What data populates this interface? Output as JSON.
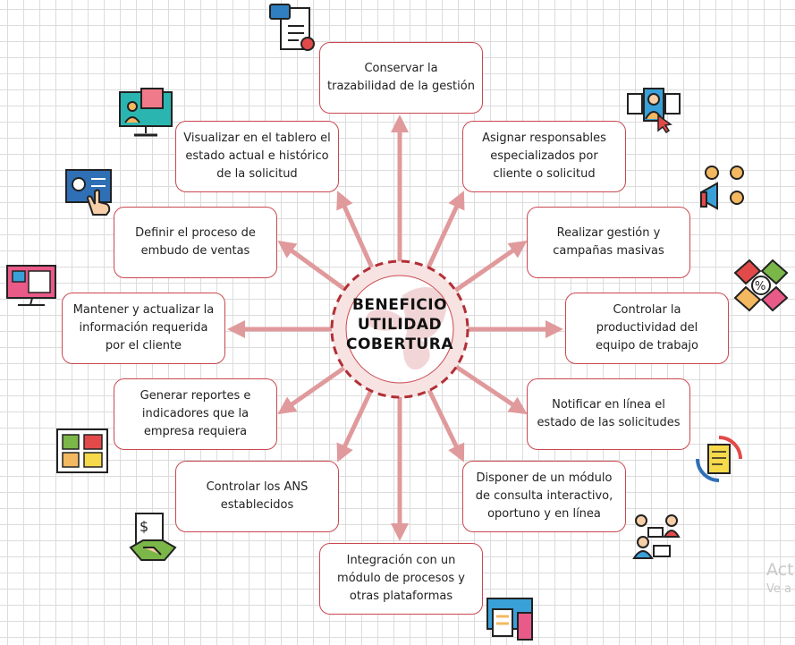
{
  "center": {
    "title": "BENEFICIO\nUTILIDAD\nCOBERTURA"
  },
  "benefits": [
    {
      "label": "Conservar la\ntrazabilidad de la gestión",
      "icon": "checklist-icon"
    },
    {
      "label": "Asignar responsables\nespecializados por\ncliente o solicitud",
      "icon": "user-assign-icon"
    },
    {
      "label": "Realizar gestión y\ncampañas masivas",
      "icon": "megaphone-icon"
    },
    {
      "label": "Controlar la\nproductividad del\nequipo de trabajo",
      "icon": "percent-team-icon"
    },
    {
      "label": "Notificar en línea el\nestado de las solicitudes",
      "icon": "document-refresh-icon"
    },
    {
      "label": "Disponer de un módulo\nde consulta interactivo,\noportuno y en línea",
      "icon": "online-consult-icon"
    },
    {
      "label": "Integración con un\nmódulo de procesos y\notras plataformas",
      "icon": "platforms-icon"
    },
    {
      "label": "Controlar los ANS\nestablecidos",
      "icon": "handshake-icon"
    },
    {
      "label": "Generar reportes e\nindicadores que la\nempresa requiera",
      "icon": "report-dashboard-icon"
    },
    {
      "label": "Mantener y actualizar la\ninformación requerida\npor el cliente",
      "icon": "monitor-form-icon"
    },
    {
      "label": "Definir el proceso de\nembudo de ventas",
      "icon": "manual-touch-icon"
    },
    {
      "label": "Visualizar en el tablero el\nestado actual e histórico\nde la solicitud",
      "icon": "presentation-screen-icon"
    }
  ],
  "watermark": {
    "line1": "Acti",
    "line2": "Ve a"
  },
  "colors": {
    "accent": "#c9484f",
    "arrow": "#e09a9c",
    "halo": "#f8e3e3"
  }
}
